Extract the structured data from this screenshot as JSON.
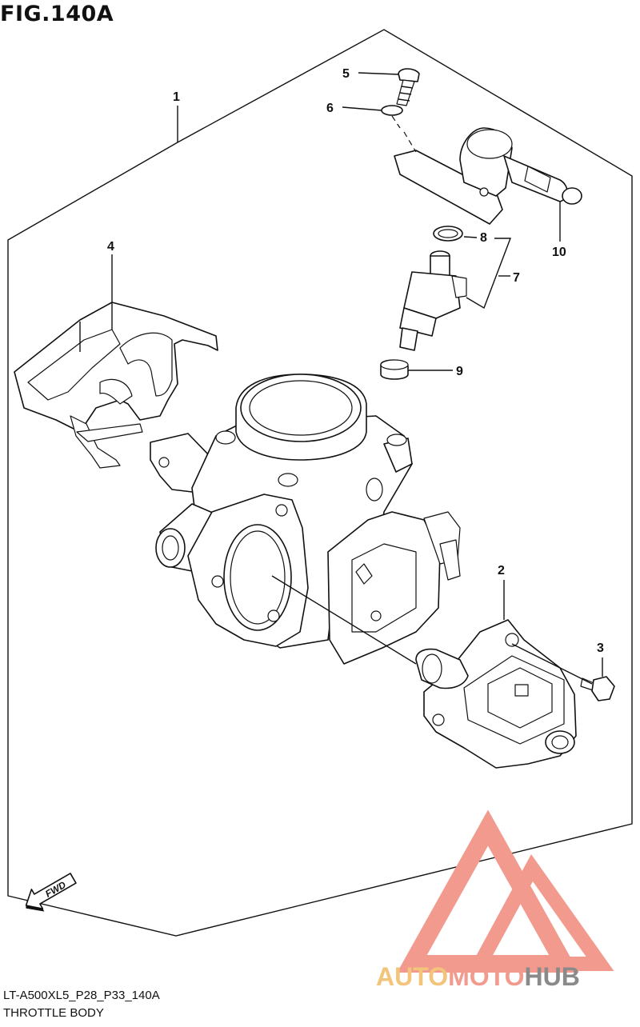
{
  "figure": {
    "title": "FIG.140A",
    "code": "LT-A500XL5_P28_P33_140A",
    "name": "THROTTLE BODY"
  },
  "callouts": [
    "1",
    "2",
    "3",
    "4",
    "5",
    "6",
    "7",
    "8",
    "9",
    "10"
  ],
  "fwd_label": "FWD",
  "watermark": {
    "text_parts": [
      "AUTO",
      "MOTO",
      "HUB"
    ],
    "colors": {
      "auto": "#f2c57a",
      "moto": "#f29a8e",
      "hub": "#8a8a8a",
      "logo": "#f29a8e"
    }
  }
}
